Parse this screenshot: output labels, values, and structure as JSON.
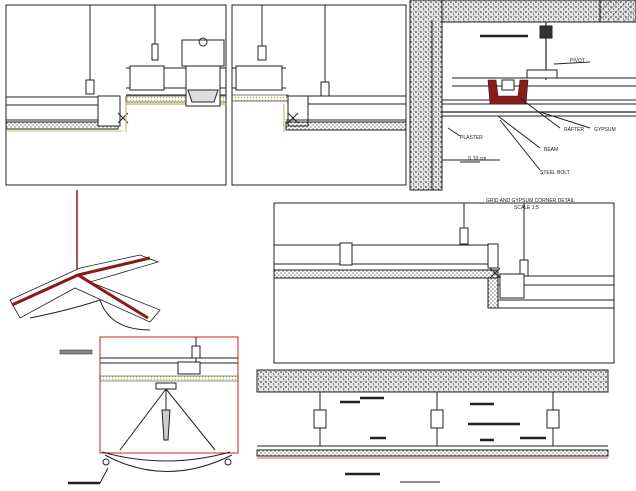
{
  "labels": {
    "pivot": "PIVOT",
    "rafter": "RAFTER",
    "gypsum": "GYPSUM",
    "plaster": "PLASTER",
    "beam": "BEAM",
    "steel_bolt": "STEEL BOLT",
    "dimension": "S 10 cm",
    "corner_title": "GRID AND GYPSUM CORNER DETAIL",
    "corner_scale": "SCALE 1:5"
  },
  "colors": {
    "line": "#1a1a1a",
    "rafter_red": "#8b1a1a",
    "hatch_yellow": "#c8c060",
    "frame_red": "#d22020",
    "wall_hatch": "#555555"
  }
}
